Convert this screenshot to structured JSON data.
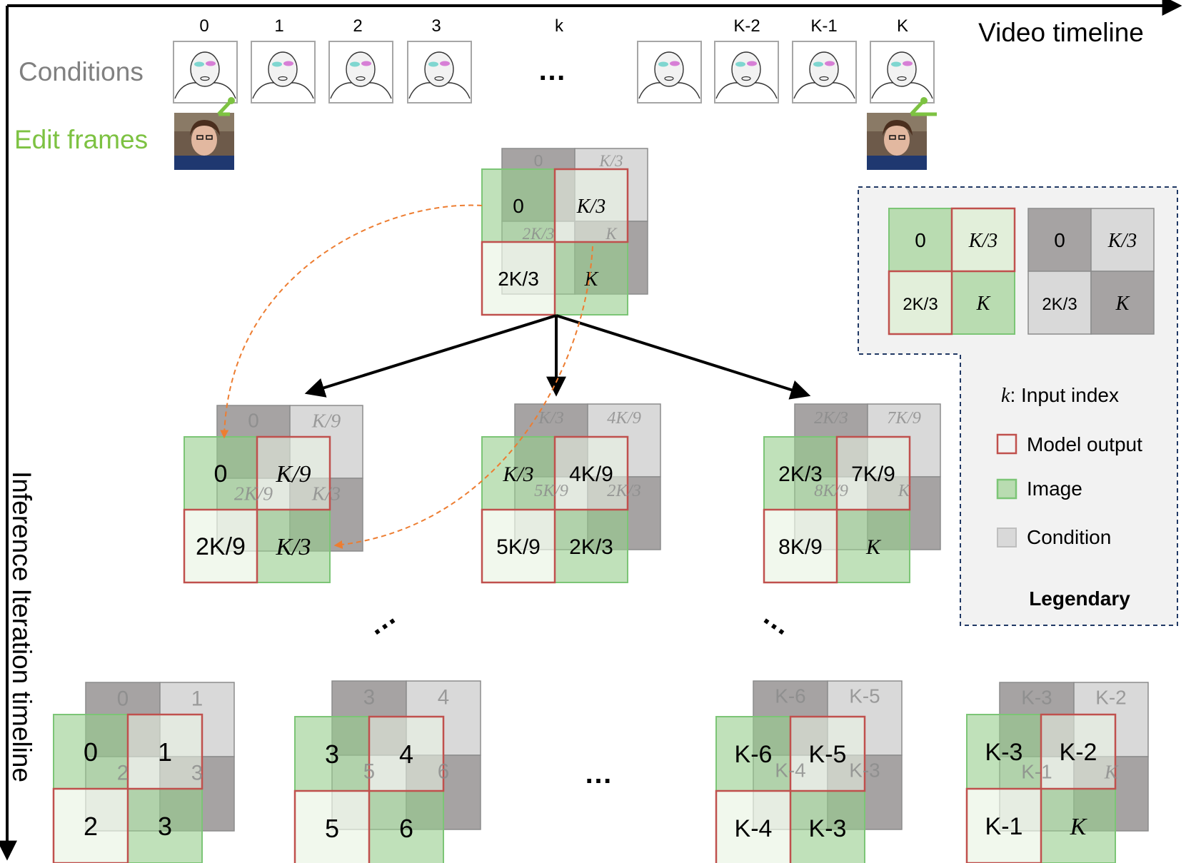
{
  "axes": {
    "video_timeline": "Video timeline",
    "inference_timeline": "Inference Iteration timeline"
  },
  "rows": {
    "conditions": "Conditions",
    "edit_frames": "Edit frames"
  },
  "frame_indices": [
    "0",
    "1",
    "2",
    "3",
    "k",
    "K-2",
    "K-1",
    "K"
  ],
  "ellipsis": "…",
  "colors": {
    "image_green": "#7cc576",
    "image_fill": "#b9dcb1",
    "condition_dark": "#a6a3a3",
    "condition_light": "#d9d9d9",
    "model_output_red": "#c0504d",
    "edit_green": "#7dc242",
    "condition_gray_text": "#808080",
    "arrow_orange": "#ed7d31",
    "legend_bg": "#f2f2f2",
    "legend_border": "#203864"
  },
  "legend": {
    "input_index_var": "k",
    "input_index_text": ": Input index",
    "model_output": "Model output",
    "image": "Image",
    "condition": "Condition",
    "title": "Legendary",
    "sample_image_cells": [
      "0",
      "K/3",
      "2K/3",
      "K"
    ],
    "sample_condition_cells": [
      "0",
      "K/3",
      "2K/3",
      "K"
    ]
  },
  "grids": {
    "top": {
      "image": [
        "0",
        "K/3",
        "2K/3",
        "K"
      ],
      "condition": [
        "0",
        "K/3",
        "2K/3",
        "K"
      ]
    },
    "mid1": {
      "image": [
        "0",
        "K/9",
        "2K/9",
        "K/3"
      ],
      "condition": [
        "0",
        "K/9",
        "2K/9",
        "K/3"
      ]
    },
    "mid2": {
      "image": [
        "K/3",
        "4K/9",
        "5K/9",
        "2K/3"
      ],
      "condition": [
        "K/3",
        "4K/9",
        "5K/9",
        "2K/3"
      ]
    },
    "mid3": {
      "image": [
        "2K/3",
        "7K/9",
        "8K/9",
        "K"
      ],
      "condition": [
        "2K/3",
        "7K/9",
        "8K/9",
        "K"
      ]
    },
    "bot1": {
      "image": [
        "0",
        "1",
        "2",
        "3"
      ],
      "condition": [
        "0",
        "1",
        "2",
        "3"
      ]
    },
    "bot2": {
      "image": [
        "3",
        "4",
        "5",
        "6"
      ],
      "condition": [
        "3",
        "4",
        "5",
        "6"
      ]
    },
    "bot3": {
      "image": [
        "K-6",
        "K-5",
        "K-4",
        "K-3"
      ],
      "condition": [
        "K-6",
        "K-5",
        "K-4",
        "K-3"
      ]
    },
    "bot4": {
      "image": [
        "K-3",
        "K-2",
        "K-1",
        "K"
      ],
      "condition": [
        "K-3",
        "K-2",
        "K-1",
        "K"
      ]
    }
  }
}
